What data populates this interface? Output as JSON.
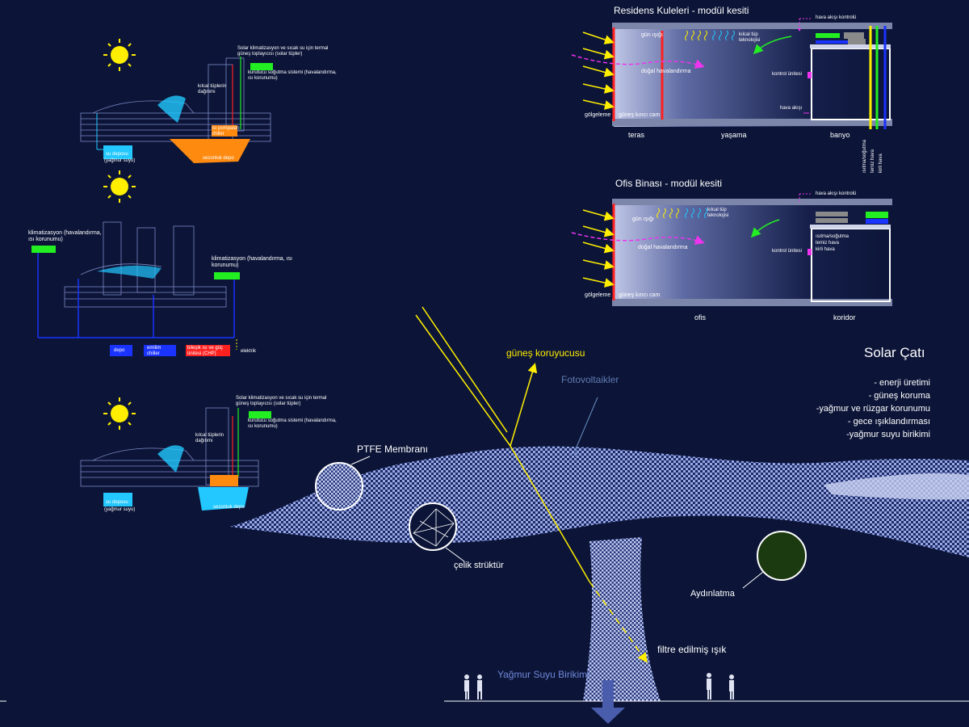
{
  "residence": {
    "title": "Residens Kuleleri - modül kesiti",
    "labels": {
      "air_control": "hava akışı kontrolü",
      "sunlight": "gün ışığı",
      "capillary": "kılcal tüp teknolojisi",
      "natural_vent": "doğal havalandırma",
      "control_unit": "kontrol ünitesi",
      "air_flow": "hava akışı",
      "shading": "gölgeleme",
      "sun_glass": "güneş kırıcı cam",
      "terrace": "teras",
      "living": "yaşama",
      "bath": "banyo",
      "v_heat": "ısıtma/soğutma",
      "v_fresh": "temiz hava",
      "v_dirty": "kirli hava"
    }
  },
  "office": {
    "title": "Ofis Binası - modül kesiti",
    "labels": {
      "air_control": "hava akışı kontrolü",
      "sunlight": "gün ışığı",
      "capillary": "kılcal tüp teknolojisi",
      "natural_vent": "doğal havalandırma",
      "control_unit": "kontrol ünitesi",
      "heat": "ısıtma/soğutma",
      "fresh": "temiz hava",
      "dirty": "kirli hava",
      "shading": "gölgeleme",
      "sun_glass": "güneş kırıcı cam",
      "office": "ofis",
      "corridor": "koridor"
    }
  },
  "diagram1": {
    "solar": "Solar klimatizasyon ve sıcak su için termal güneş toplayıcısı (solar tüpler)",
    "dry_cool": "kurutucu soğutma sistemi (havalandırma, ısı korunumu)",
    "capillary": "kılcal tüplerin dağıtımı",
    "heat_pump": "ısı pompaları chiller",
    "seasonal": "sezonluk depo",
    "water_tank": "su deposu",
    "rain": "(yağmur suyu)"
  },
  "diagram2": {
    "clim_left": "klimatizasyon (havalandırma, ısı korunumu)",
    "clim_right": "klimatizasyon (havalandırma, ısı korunumu)",
    "depo": "depo",
    "chiller": "emilim chiller",
    "chp": "bileşik ısı ve güç ünitesi (CHP)",
    "electric": "elektrik"
  },
  "diagram3": {
    "solar": "Solar klimatizasyon ve sıcak su için termal güneş toplayıcısı (solar tüpler)",
    "dry_cool": "kurutucu soğutma sistemi (havalandırma, ısı korunumu)",
    "capillary": "kılcal tüplerin dağıtımı",
    "seasonal": "sezonluk depo",
    "water_tank": "su deposu",
    "rain": "(yağmur suyu)"
  },
  "roof": {
    "sun_shield": "güneş koruyucusu",
    "pv": "Fotovoltaikler",
    "ptfe": "PTFE Membranı",
    "steel": "çelik strüktür",
    "lighting": "Aydınlatma",
    "filtered": "filtre edilmiş ışık",
    "rain_collect": "Yağmur Suyu Birikimi"
  },
  "solar_roof": {
    "title": "Solar Çatı",
    "items": [
      "- enerji üretimi",
      "- güneş koruma",
      "-yağmur ve rüzgar korunumu",
      "- gece ışıklandırması",
      "-yağmur suyu birikimi"
    ]
  },
  "colors": {
    "background": "#0c1538",
    "sun": "#ffee00",
    "vent": "#ee33ee",
    "red": "#ff2020",
    "green": "#22ee22",
    "blue": "#1a33ff",
    "orange": "#ff8a10",
    "cyan": "#22c8ff"
  }
}
